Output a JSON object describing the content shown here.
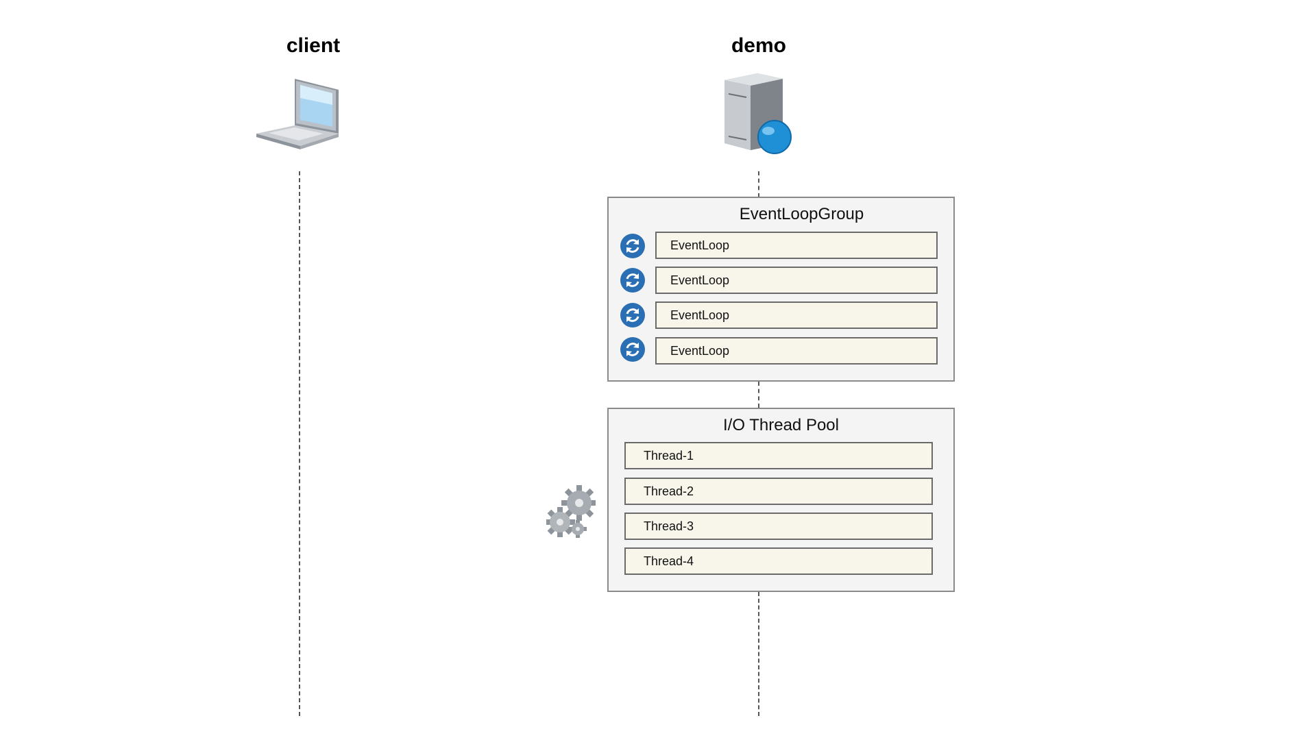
{
  "actors": [
    {
      "title": "client",
      "icon": "laptop-icon"
    },
    {
      "title": "demo",
      "icon": "web-server-icon"
    }
  ],
  "event_loop_group": {
    "title": "EventLoopGroup",
    "item_icon": "refresh-icon",
    "items": [
      "EventLoop",
      "EventLoop",
      "EventLoop",
      "EventLoop"
    ]
  },
  "thread_pool": {
    "title": "I/O Thread Pool",
    "icon": "gears-icon",
    "items": [
      "Thread-1",
      "Thread-2",
      "Thread-3",
      "Thread-4"
    ]
  },
  "colors": {
    "loop_icon": "#2a6fb3",
    "row_fill": "#f8f5ea",
    "group_fill": "#f4f4f4",
    "globe": "#1f8fd6"
  }
}
